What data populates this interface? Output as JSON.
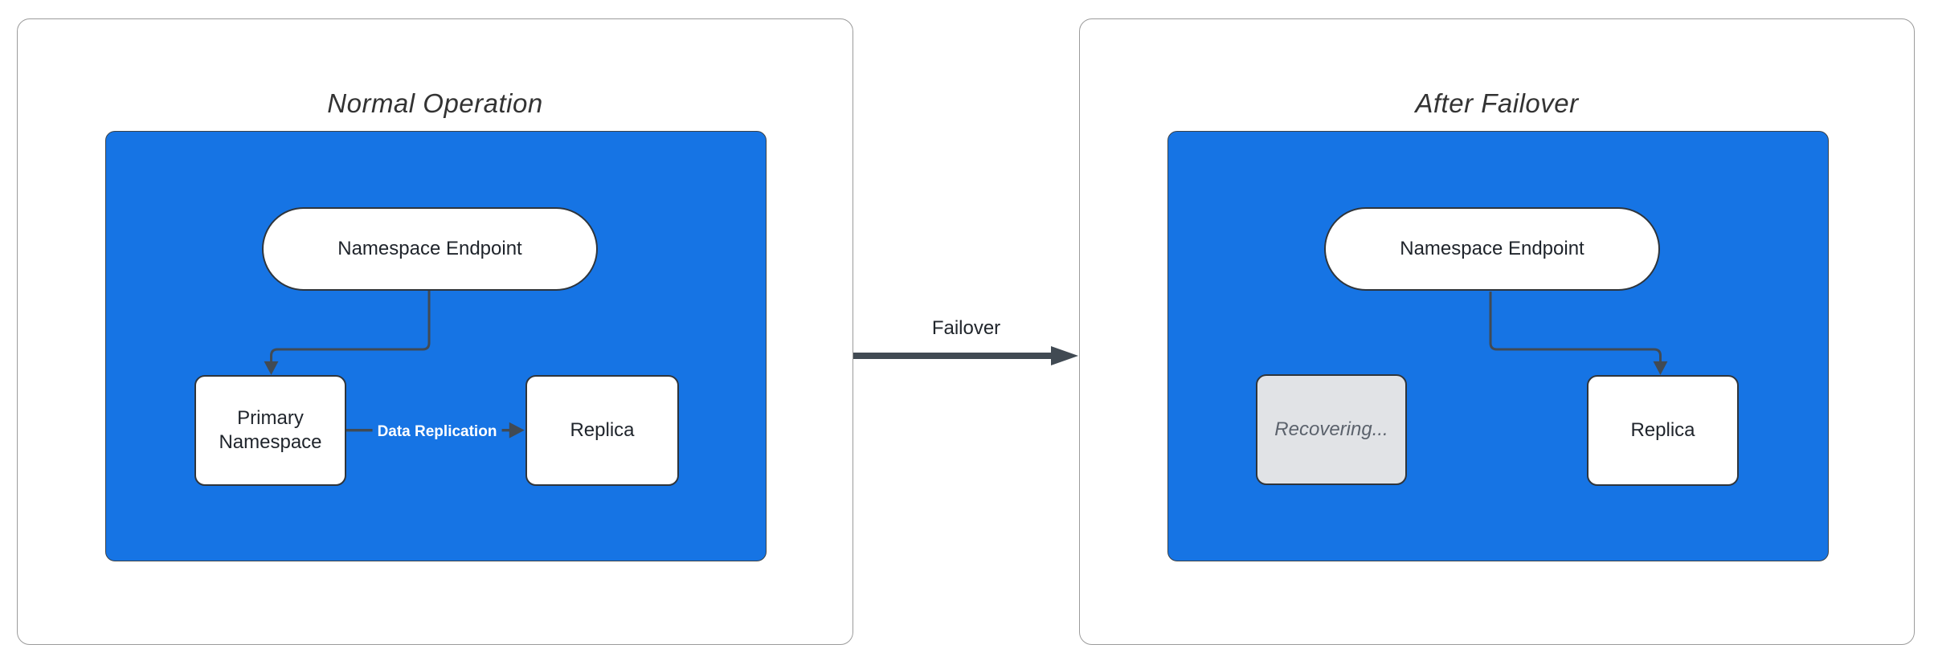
{
  "diagram": {
    "type": "flowchart",
    "panels": [
      {
        "id": "normal-operation",
        "title": "Normal Operation",
        "nodes": [
          {
            "id": "endpoint",
            "label": "Namespace Endpoint",
            "shape": "stadium"
          },
          {
            "id": "primary",
            "label": "Primary Namespace",
            "shape": "rect"
          },
          {
            "id": "replica",
            "label": "Replica",
            "shape": "rect"
          }
        ],
        "edges": [
          {
            "from": "endpoint",
            "to": "primary",
            "label": ""
          },
          {
            "from": "primary",
            "to": "replica",
            "label": "Data Replication"
          }
        ]
      },
      {
        "id": "after-failover",
        "title": "After Failover",
        "nodes": [
          {
            "id": "endpoint",
            "label": "Namespace Endpoint",
            "shape": "stadium"
          },
          {
            "id": "recovering",
            "label": "Recovering...",
            "shape": "rect",
            "state": "disabled"
          },
          {
            "id": "replica",
            "label": "Replica",
            "shape": "rect"
          }
        ],
        "edges": [
          {
            "from": "endpoint",
            "to": "replica",
            "label": ""
          }
        ]
      }
    ],
    "transition": {
      "label": "Failover",
      "from": "normal-operation",
      "to": "after-failover"
    },
    "colors": {
      "cluster_fill": "#1674e4",
      "edge_stroke": "#414a53",
      "node_border": "#2f353b",
      "node_text": "#1f242b",
      "panel_border": "#9b9b9b",
      "title_text": "#333333",
      "recovering_fill": "#e1e3e6",
      "recovering_text": "#5b626c",
      "replication_label_text": "#ffffff"
    }
  }
}
